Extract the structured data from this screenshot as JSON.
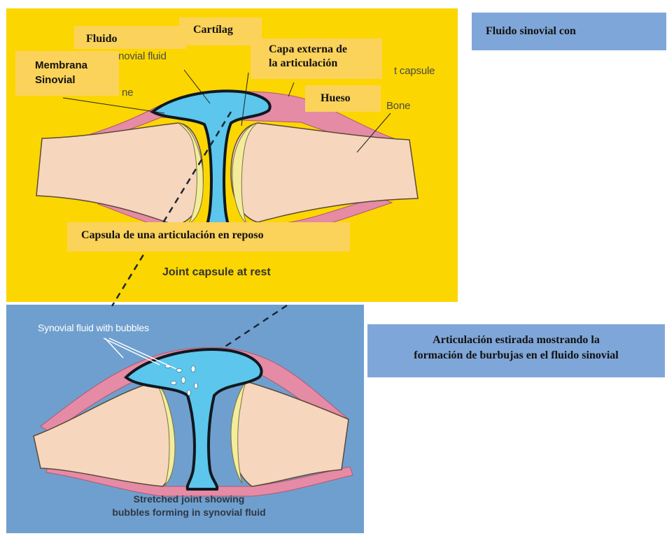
{
  "top_diagram": {
    "orig_synovial_fluid": "Synovial fluid",
    "orig_joint_capsule": "t capsule",
    "orig_bone": "Bone",
    "orig_membrane": "ne",
    "caption": "Joint capsule at rest"
  },
  "bottom_diagram": {
    "bubbles_label": "Synovial fluid with bubbles",
    "caption_line1": "Stretched joint showing",
    "caption_line2": "bubbles forming in synovial fluid"
  },
  "callouts": {
    "fluido": "Fluido",
    "cartilag": "Cartílag",
    "capa_line1": "Capa externa de",
    "capa_line2": "la articulación",
    "membrana_line1": "Membrana",
    "membrana_line2": "Sinovial",
    "hueso": "Hueso",
    "capsula_reposo": "Capsula de una articulación en reposo"
  },
  "side_boxes": {
    "fluido_sinovial": "Fluido sinovial con",
    "articulacion_line1": "Articulación estirada mostrando  la",
    "articulacion_line2": "formación de burbujas en el fluido sinovial"
  },
  "colors": {
    "top_background": "#fcd600",
    "bottom_background": "#6f9fce",
    "callout_fill": "#fbd25a",
    "side_box_fill": "#7fa6d8",
    "synovial_fluid": "#5cc6ec",
    "capsule_pink": "#e58ba5",
    "bone": "#f6d6bd",
    "cartilage": "#f3ec9b",
    "underline": "#f6c200"
  }
}
